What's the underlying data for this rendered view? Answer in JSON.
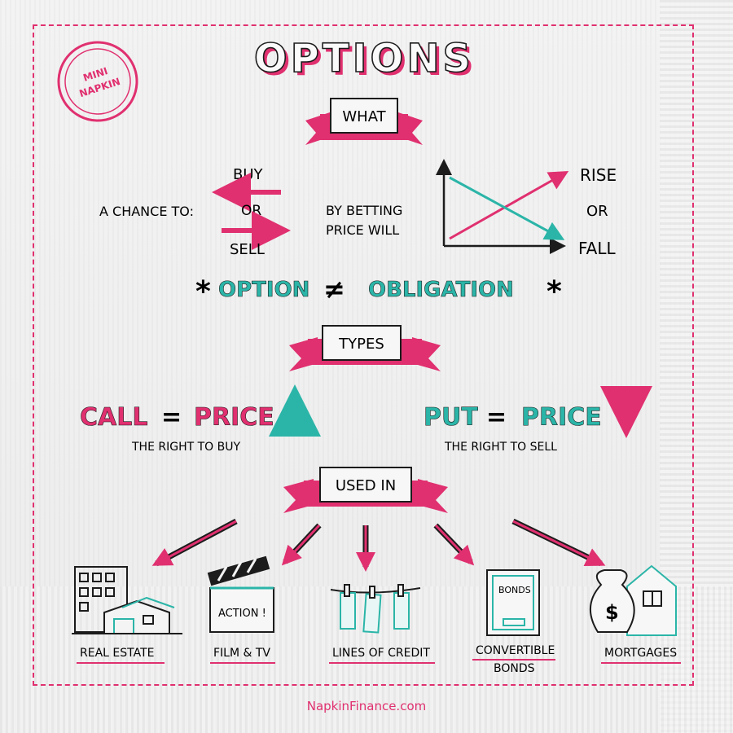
{
  "stamp": {
    "line1": "MINI",
    "line2": "NAPKIN"
  },
  "title": "OPTIONS",
  "banners": {
    "what": "WHAT",
    "types": "TYPES",
    "used_in": "USED IN"
  },
  "what": {
    "chance_label": "A CHANCE TO:",
    "buy": "BUY",
    "or": "OR",
    "sell": "SELL",
    "betting_line1": "BY BETTING",
    "betting_line2": "PRICE WILL",
    "rise": "RISE",
    "or2": "OR",
    "fall": "FALL"
  },
  "obligation": {
    "left_star": "*",
    "option": "OPTION",
    "neq": "≠",
    "obligation": "OBLIGATION",
    "right_star": "*"
  },
  "types": {
    "call_word": "CALL",
    "call_eq": "=",
    "call_price": "PRICE",
    "call_desc": "THE RIGHT  TO BUY",
    "put_word": "PUT",
    "put_eq": "=",
    "put_price": "PRICE",
    "put_desc": "THE RIGHT  TO SELL"
  },
  "uses": {
    "real_estate": "REAL ESTATE",
    "film_tv": "FILM & TV",
    "action_sign": "ACTION !",
    "lines_of_credit": "LINES OF CREDIT",
    "convertible_line1": "CONVERTIBLE",
    "convertible_line2": "BONDS",
    "bonds_cert": "BONDS",
    "mortgages": "MORTGAGES",
    "dollar": "$"
  },
  "footer": "NapkinFinance.com",
  "colors": {
    "pink": "#e0306f",
    "teal": "#2bb5a8",
    "ink": "#1c1c1c"
  }
}
